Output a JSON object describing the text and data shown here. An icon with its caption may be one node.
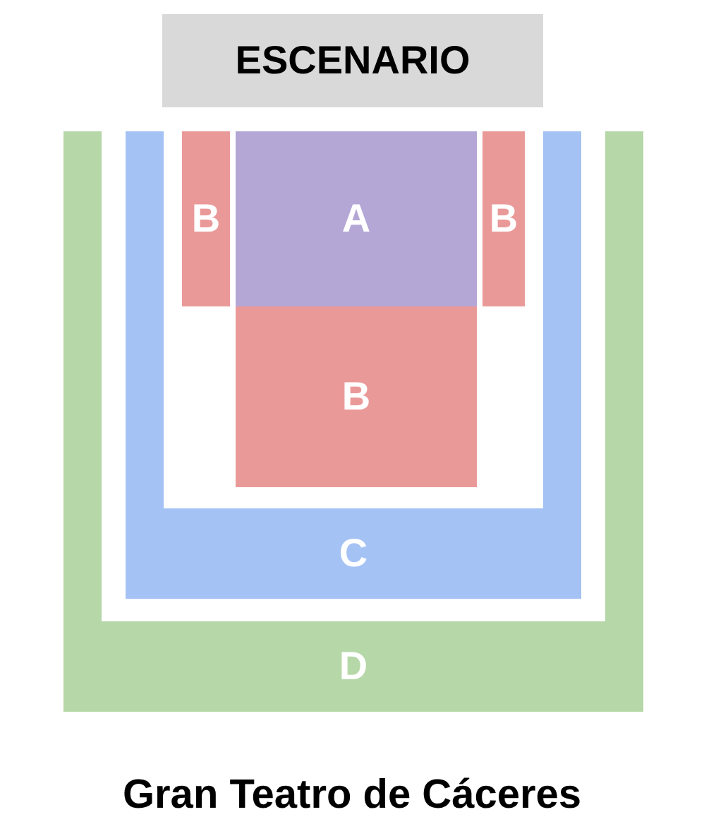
{
  "diagram": {
    "caption": "Gran Teatro de Cáceres",
    "nodes": [
      {
        "text": [
          "ESCENARIO"
        ]
      },
      {
        "text": [
          "D"
        ]
      },
      {
        "text": [
          "C"
        ]
      },
      {
        "text": [
          "B"
        ]
      },
      {
        "text": [
          "A"
        ]
      },
      {
        "text": [
          "B"
        ]
      },
      {
        "text": [
          "B"
        ]
      }
    ],
    "edges": []
  }
}
